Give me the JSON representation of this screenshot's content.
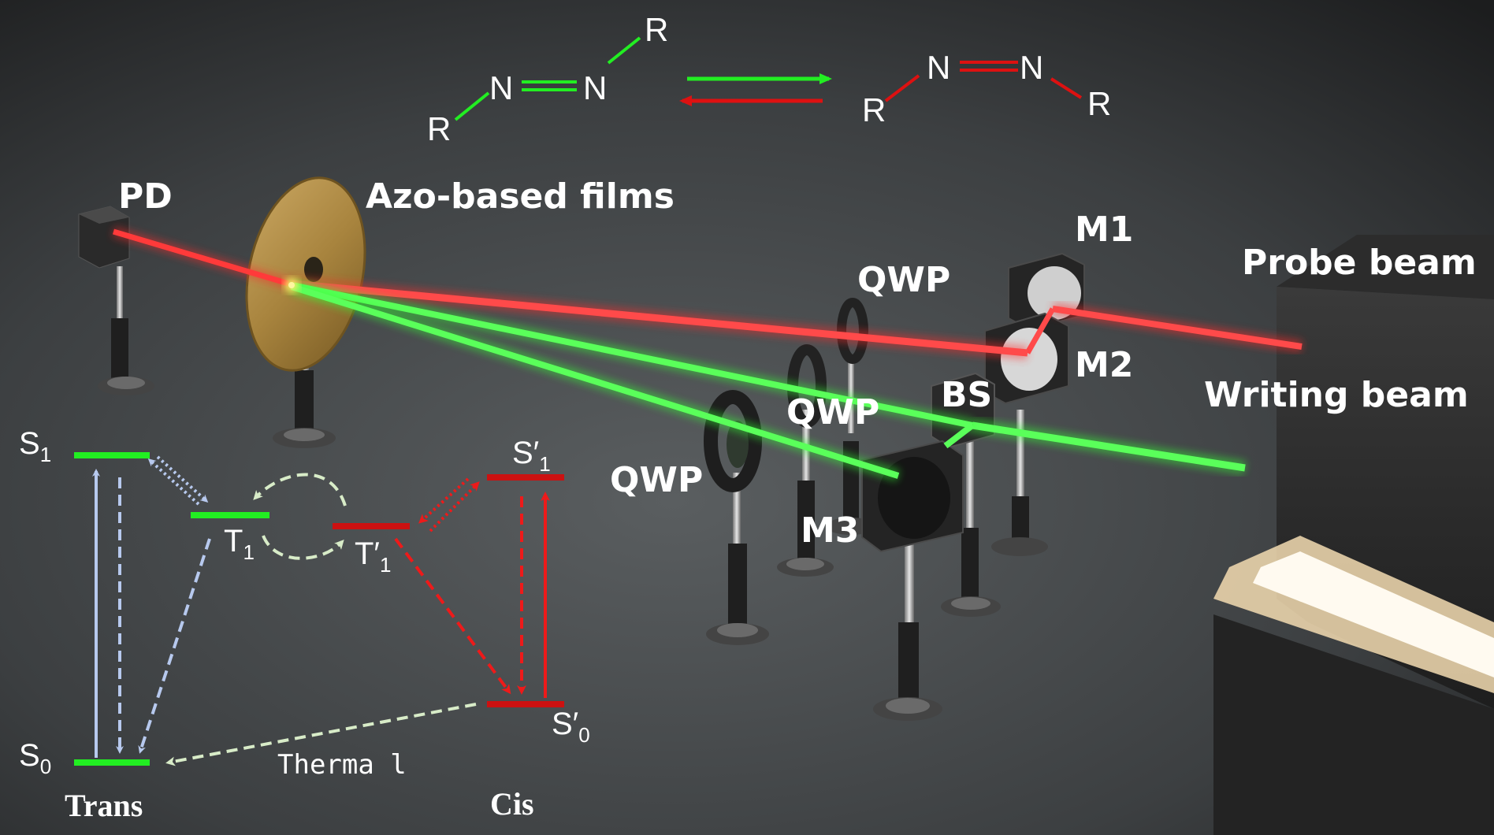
{
  "colors": {
    "probe_beam": "#ff2b2b",
    "writing_beam": "#33ff33",
    "cis_level": "#cc1111",
    "trans_level": "#22ee22",
    "transition_arrow": "#b7c9ee",
    "thermal_arrow": "#d8ecc8",
    "background": "#3a3d3f"
  },
  "chemistry": {
    "trans_molecule": {
      "atoms": [
        "R",
        "N",
        "N",
        "R"
      ]
    },
    "cis_molecule": {
      "atoms": [
        "R",
        "N",
        "N",
        "R"
      ]
    }
  },
  "setup_labels": {
    "pd": "PD",
    "azo_films": "Azo-based films",
    "m1": "M1",
    "m2": "M2",
    "m3": "M3",
    "bs": "BS",
    "qwp_top": "QWP",
    "qwp_middle": "QWP",
    "qwp_left": "QWP",
    "probe_beam": "Probe beam",
    "writing_beam": "Writing beam"
  },
  "energy_diagram": {
    "s1": {
      "base": "S",
      "sub": "1"
    },
    "s0": {
      "base": "S",
      "sub": "0"
    },
    "t1": {
      "base": "T",
      "sub": "1"
    },
    "t1_prime": {
      "base": "T′",
      "sub": "1"
    },
    "s1_prime": {
      "base": "S′",
      "sub": "1"
    },
    "s0_prime": {
      "base": "S′",
      "sub": "0"
    },
    "thermal": "Therma l",
    "trans": "Trans",
    "cis": "Cis"
  }
}
